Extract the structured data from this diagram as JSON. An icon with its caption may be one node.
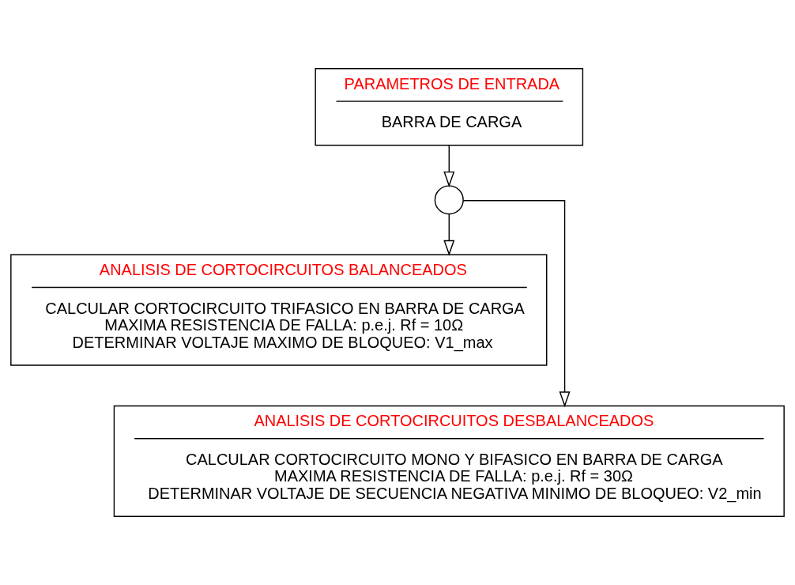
{
  "diagram": {
    "nodes": [
      {
        "text": [
          "PARAMETROS DE ENTRADA",
          "BARRA DE CARGA"
        ]
      },
      {
        "text": [],
        "shape": "circle"
      },
      {
        "text": [
          "ANALISIS DE CORTOCIRCUITOS BALANCEADOS",
          "CALCULAR CORTOCIRCUITO TRIFASICO EN BARRA DE CARGA",
          "MAXIMA RESISTENCIA DE FALLA: p.e.j. Rf = 10Ω",
          "DETERMINAR VOLTAJE MAXIMO DE BLOQUEO: V1_max"
        ]
      },
      {
        "text": [
          "ANALISIS DE CORTOCIRCUITOS DESBALANCEADOS",
          "CALCULAR CORTOCIRCUITO MONO Y BIFASICO EN BARRA DE CARGA",
          "MAXIMA RESISTENCIA DE FALLA: p.e.j. Rf = 30Ω",
          "DETERMINAR VOLTAJE DE SECUENCIA NEGATIVA MINIMO DE BLOQUEO: V2_min"
        ]
      }
    ],
    "edges": [
      {
        "from": 0,
        "to": 1,
        "arrow": "to"
      },
      {
        "from": 1,
        "to": 2,
        "arrow": "to"
      },
      {
        "from": 1,
        "to": 3,
        "arrow": "to"
      }
    ]
  }
}
